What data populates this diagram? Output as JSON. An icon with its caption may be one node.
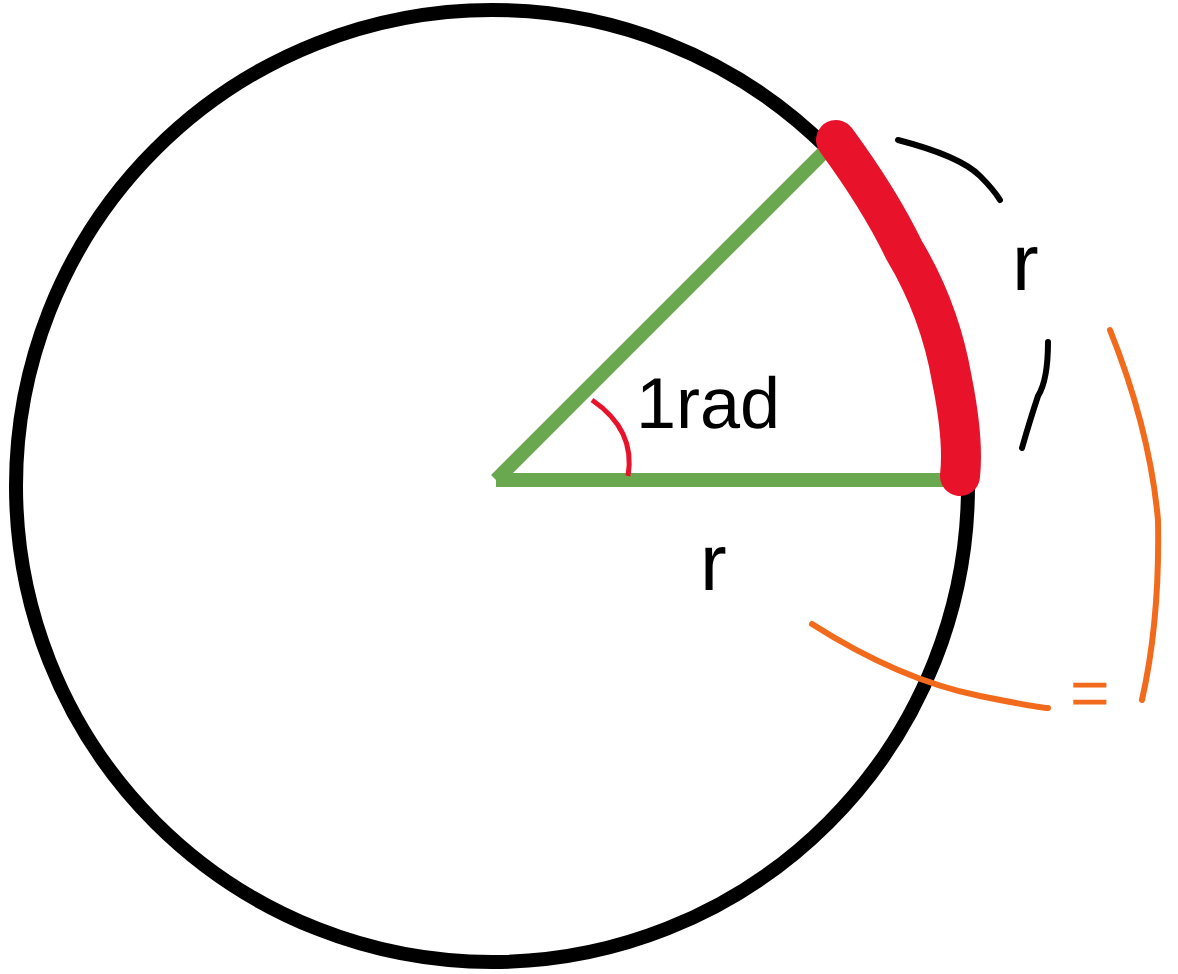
{
  "diagram": {
    "labels": [
      "1rad",
      "r",
      "r",
      "="
    ]
  }
}
